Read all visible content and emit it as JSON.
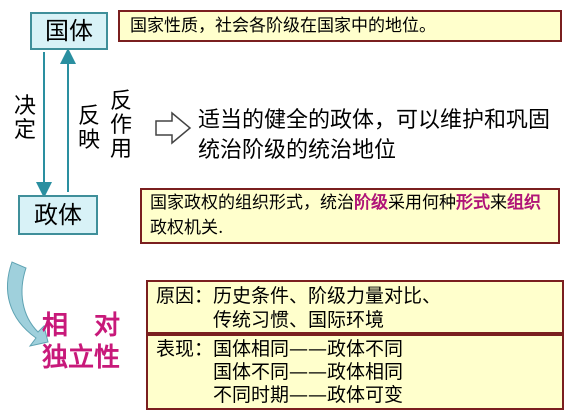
{
  "nodes": {
    "guoti": "国体",
    "zhengti": "政体"
  },
  "guoti_definition": "国家性质，社会各阶级在国家中的地位。",
  "arrow_labels": {
    "decide": "决定",
    "reflect": "反映",
    "react": "反作用"
  },
  "hint_text": "适当的健全的政体，可以维护和巩固统治阶级的统治地位",
  "zhengti_definition": {
    "part1": "国家政权的组织形式，统治",
    "hl1": "阶级",
    "part2": "采用何种",
    "hl2": "形式",
    "part3": "来",
    "hl3": "组织",
    "part4": "政权机关."
  },
  "relative_independence": "相　对\n独立性",
  "reason": {
    "label": "原因：",
    "text": "历史条件、阶级力量对比、\n传统习惯、国际环境"
  },
  "manifestation": {
    "label": "表现：",
    "text": "国体相同——政体不同\n国体不同——政体相同\n不同时期——政体可变"
  },
  "colors": {
    "accent": "#c8197a",
    "box_fill": "#ffffcc",
    "node_fill": "#d8f2f7",
    "arrow": "#2a8fa0"
  }
}
